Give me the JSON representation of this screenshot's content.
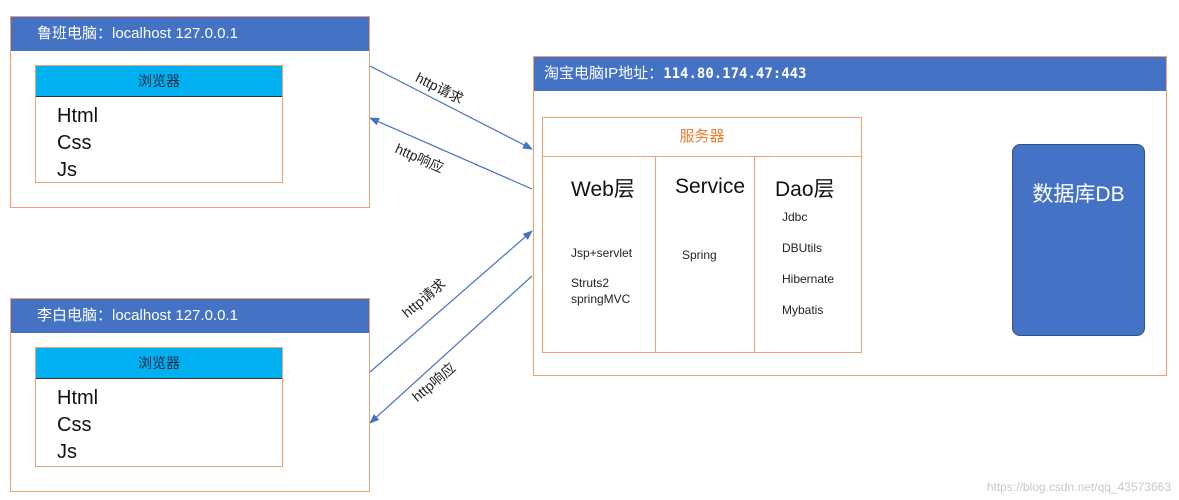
{
  "clients": [
    {
      "title": "鲁班电脑：localhost 127.0.0.1",
      "browser": {
        "title": "浏览器",
        "techs": [
          "Html",
          "Css",
          "Js"
        ]
      }
    },
    {
      "title": "李白电脑：localhost 127.0.0.1",
      "browser": {
        "title": "浏览器",
        "techs": [
          "Html",
          "Css",
          "Js"
        ]
      }
    }
  ],
  "host": {
    "title_prefix": "淘宝电脑IP地址：",
    "title_ip": "114.80.174.47:443",
    "server": {
      "title": "服务器",
      "web": {
        "title": "Web层",
        "items": [
          "Jsp+servlet",
          "Struts2",
          "springMVC"
        ]
      },
      "service": {
        "title": "Service",
        "items": [
          "Spring"
        ]
      },
      "dao": {
        "title": "Dao层",
        "items": [
          "Jdbc",
          "DBUtils",
          "Hibernate",
          "Mybatis"
        ]
      }
    },
    "database": {
      "label": "数据库DB"
    }
  },
  "arrows": {
    "request": "http请求",
    "response": "http响应"
  },
  "colors": {
    "header_blue": "#4472c4",
    "browser_cyan": "#00b0f0",
    "border_orange": "#f0a070",
    "server_title_orange": "#ed7d31",
    "arrow_blue": "#4472c4"
  },
  "watermark": "https://blog.csdn.net/qq_43573663"
}
